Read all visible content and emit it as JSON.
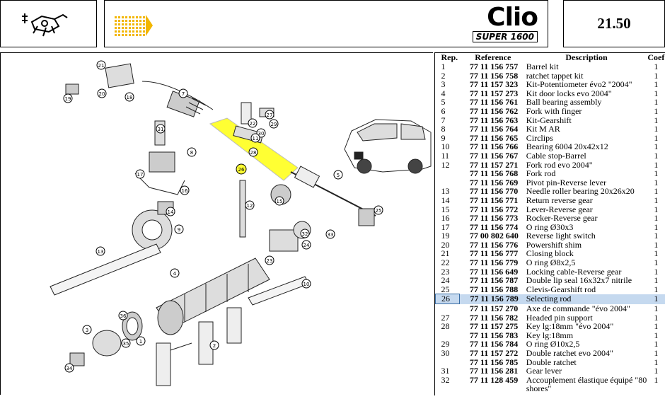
{
  "header": {
    "banner_title": "Clio",
    "banner_subtitle": "SUPER 1600",
    "page_number": "21.50",
    "icon": "gearshift-mechanism-icon",
    "brand_color": "#f2b600"
  },
  "diagram": {
    "highlight_color": "#ffff33",
    "callouts": [
      "21",
      "20",
      "19",
      "18",
      "7",
      "27",
      "29",
      "22",
      "30",
      "31",
      "8",
      "17",
      "16",
      "14",
      "9",
      "28",
      "11",
      "12",
      "10",
      "26",
      "15",
      "25",
      "5",
      "13",
      "23",
      "24",
      "33",
      "32",
      "4",
      "36",
      "3",
      "35",
      "34",
      "1",
      "2"
    ]
  },
  "parts_table": {
    "columns": {
      "rep": "Rep.",
      "reference": "Reference",
      "description": "Description",
      "coef": "Coef"
    },
    "rows": [
      {
        "rep": "1",
        "ref": "77 11 156 757",
        "desc": "Barrel kit",
        "coef": "1"
      },
      {
        "rep": "2",
        "ref": "77 11 156 758",
        "desc": "ratchet tappet kit",
        "coef": "1"
      },
      {
        "rep": "3",
        "ref": "77 11 157 323",
        "desc": "Kit-Potentiometer évo2 \"2004\"",
        "coef": "1"
      },
      {
        "rep": "4",
        "ref": "77 11 157 273",
        "desc": "Kit door locks evo 2004\"",
        "coef": "1"
      },
      {
        "rep": "5",
        "ref": "77 11 156 761",
        "desc": "Ball bearing assembly",
        "coef": "1"
      },
      {
        "rep": "6",
        "ref": "77 11 156 762",
        "desc": "Fork with finger",
        "coef": "1"
      },
      {
        "rep": "7",
        "ref": "77 11 156 763",
        "desc": "Kit-Gearshift",
        "coef": "1"
      },
      {
        "rep": "8",
        "ref": "77 11 156 764",
        "desc": "Kit M AR",
        "coef": "1"
      },
      {
        "rep": "9",
        "ref": "77 11 156 765",
        "desc": "Circlips",
        "coef": "1"
      },
      {
        "rep": "10",
        "ref": "77 11 156 766",
        "desc": "Bearing 6004 20x42x12",
        "coef": "1"
      },
      {
        "rep": "11",
        "ref": "77 11 156 767",
        "desc": "Cable stop-Barrel",
        "coef": "1"
      },
      {
        "rep": "12",
        "ref": "77 11 157 271",
        "desc": "Fork rod evo 2004\"",
        "coef": "1"
      },
      {
        "rep": "",
        "ref": "77 11 156 768",
        "desc": "Fork rod",
        "coef": "1"
      },
      {
        "rep": "",
        "ref": "77 11 156 769",
        "desc": "Pivot pin-Reverse lever",
        "coef": "1"
      },
      {
        "rep": "13",
        "ref": "77 11 156 770",
        "desc": "Needle roller bearing 20x26x20",
        "coef": "1"
      },
      {
        "rep": "14",
        "ref": "77 11 156 771",
        "desc": "Return reverse gear",
        "coef": "1"
      },
      {
        "rep": "15",
        "ref": "77 11 156 772",
        "desc": "Lever-Reverse gear",
        "coef": "1"
      },
      {
        "rep": "16",
        "ref": "77 11 156 773",
        "desc": "Rocker-Reverse gear",
        "coef": "1"
      },
      {
        "rep": "17",
        "ref": "77 11 156 774",
        "desc": "O ring Ø30x3",
        "coef": "1"
      },
      {
        "rep": "19",
        "ref": "77 00 802 640",
        "desc": "Reverse light switch",
        "coef": "1"
      },
      {
        "rep": "20",
        "ref": "77 11 156 776",
        "desc": "Powershift shim",
        "coef": "1"
      },
      {
        "rep": "21",
        "ref": "77 11 156 777",
        "desc": "Closing block",
        "coef": "1"
      },
      {
        "rep": "22",
        "ref": "77 11 156 779",
        "desc": "O ring Ø8x2,5",
        "coef": "1"
      },
      {
        "rep": "23",
        "ref": "77 11 156 649",
        "desc": "Locking cable-Reverse gear",
        "coef": "1"
      },
      {
        "rep": "24",
        "ref": "77 11 156 787",
        "desc": "Double lip seal 16x32x7 nitrile",
        "coef": "1"
      },
      {
        "rep": "25",
        "ref": "77 11 156 788",
        "desc": "Clevis-Gearshift rod",
        "coef": "1"
      },
      {
        "rep": "26",
        "ref": "77 11 156 789",
        "desc": "Selecting rod",
        "coef": "1",
        "selected": true
      },
      {
        "rep": "",
        "ref": "77 11 157 270",
        "desc": "Axe de commande \"évo 2004\"",
        "coef": "1"
      },
      {
        "rep": "27",
        "ref": "77 11 156 782",
        "desc": "Headed pin support",
        "coef": "1"
      },
      {
        "rep": "28",
        "ref": "77 11 157 275",
        "desc": "Key lg:18mm \"évo 2004\"",
        "coef": "1"
      },
      {
        "rep": "",
        "ref": "77 11 156 783",
        "desc": "Key lg:18mm",
        "coef": "1"
      },
      {
        "rep": "29",
        "ref": "77 11 156 784",
        "desc": "O ring Ø10x2,5",
        "coef": "1"
      },
      {
        "rep": "30",
        "ref": "77 11 157 272",
        "desc": "Double ratchet evo 2004\"",
        "coef": "1"
      },
      {
        "rep": "",
        "ref": "77 11 156 785",
        "desc": "Double ratchet",
        "coef": "1"
      },
      {
        "rep": "31",
        "ref": "77 11 156 281",
        "desc": "Gear lever",
        "coef": "1"
      },
      {
        "rep": "32",
        "ref": "77 11 128 459",
        "desc": "Accouplement élastique équipé \"80",
        "coef": "1"
      },
      {
        "rep": "",
        "ref": "",
        "desc": "shores\"",
        "coef": ""
      }
    ]
  }
}
